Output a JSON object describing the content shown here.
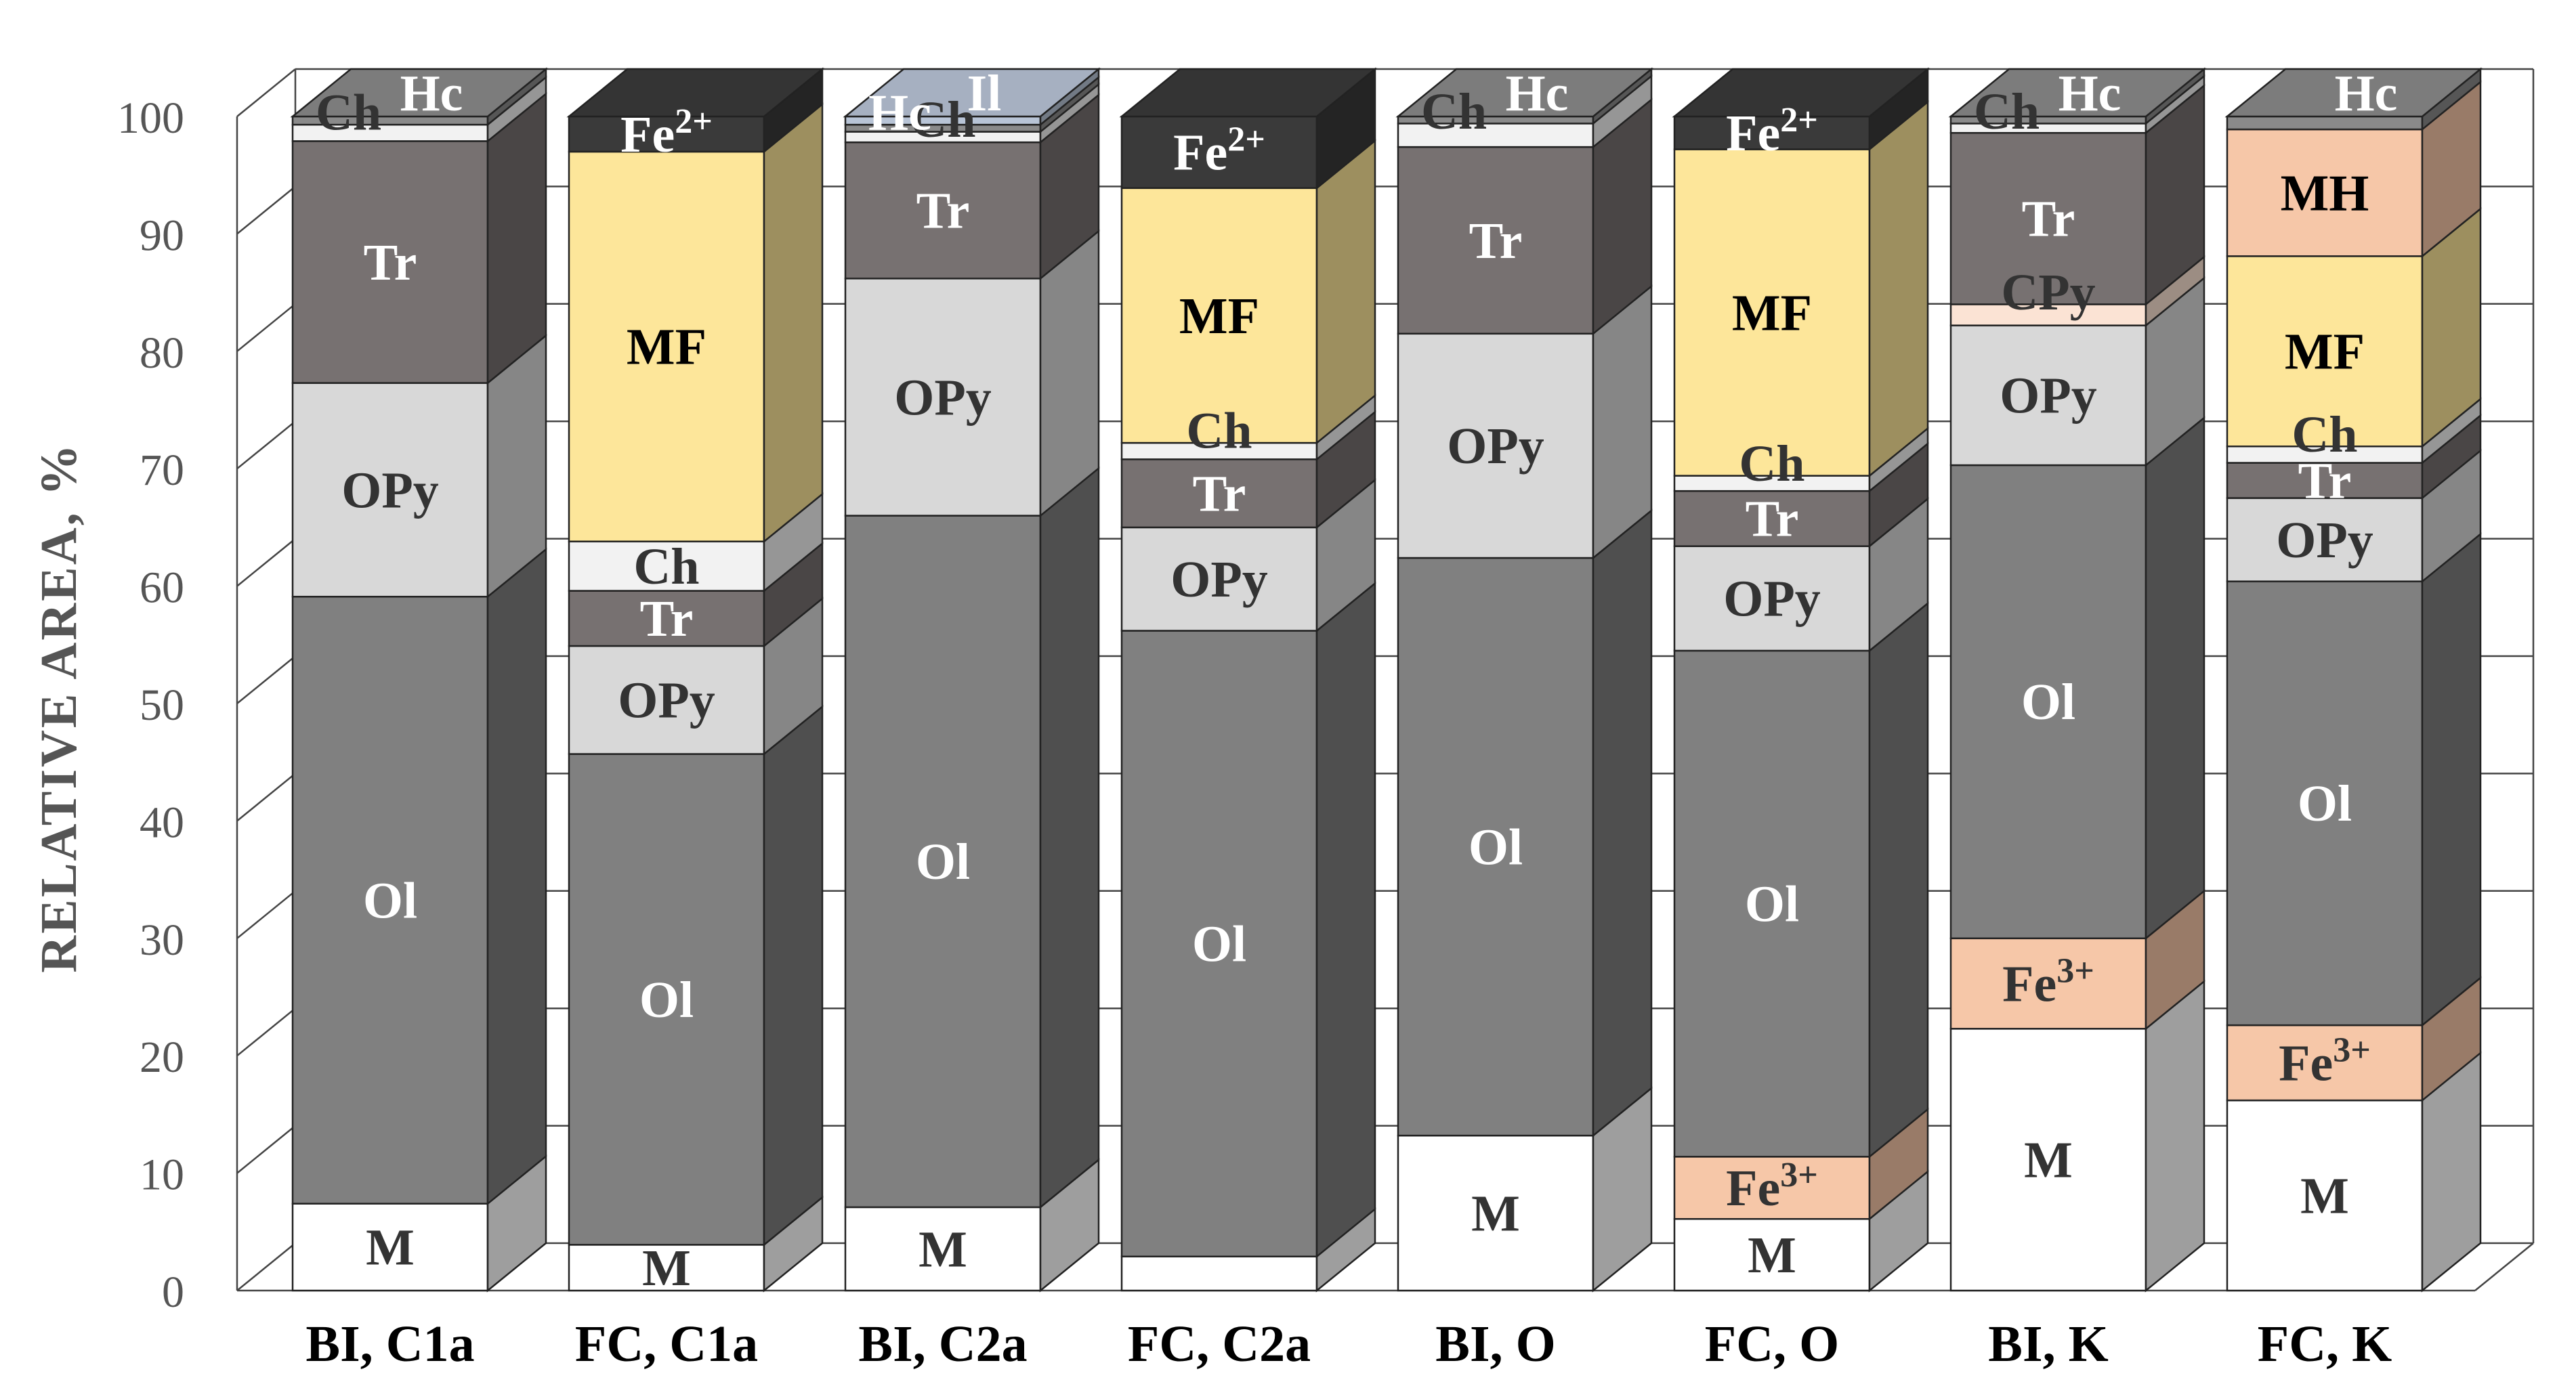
{
  "chart_data": {
    "type": "bar",
    "stacked": true,
    "three_d": true,
    "ylabel": "RELATIVE AREA, %",
    "xlabel": "",
    "ylim": [
      0,
      100
    ],
    "yticks": [
      0,
      10,
      20,
      30,
      40,
      50,
      60,
      70,
      80,
      90,
      100
    ],
    "grid": true,
    "categories": [
      "BI, C1a",
      "FC, C1a",
      "BI, C2a",
      "FC, C2a",
      "BI, O",
      "FC, O",
      "BI, K",
      "FC, K"
    ],
    "components": {
      "M": {
        "color": "#ffffff",
        "text_color": "#333333"
      },
      "Fe3": {
        "color": "#f6c7a8",
        "text_color": "#333333"
      },
      "Ol": {
        "color": "#808080",
        "text_color": "#ffffff"
      },
      "OPy": {
        "color": "#d8d8d8",
        "text_color": "#333333"
      },
      "CPy": {
        "color": "#fbe3d4",
        "text_color": "#333333"
      },
      "Tr": {
        "color": "#777171",
        "text_color": "#ffffff"
      },
      "Ch": {
        "color": "#f2f2f2",
        "text_color": "#333333"
      },
      "MF": {
        "color": "#fde69a",
        "text_color": "#000000"
      },
      "MH": {
        "color": "#f6c7a8",
        "text_color": "#000000"
      },
      "Fe2": {
        "color": "#3a3a3a",
        "text_color": "#ffffff"
      },
      "Il": {
        "color": "#b8c4d6",
        "text_color": "#ffffff"
      },
      "Hc": {
        "color": "#8a8a8a",
        "text_color": "#ffffff"
      }
    },
    "stacks": [
      {
        "category": "BI, C1a",
        "segments": [
          {
            "key": "M",
            "label": "M",
            "value": 7.4
          },
          {
            "key": "Ol",
            "label": "Ol",
            "value": 51.7
          },
          {
            "key": "OPy",
            "label": "OPy",
            "value": 18.2
          },
          {
            "key": "Tr",
            "label": "Tr",
            "value": 20.6
          },
          {
            "key": "Ch",
            "label": "Ch",
            "value": 1.4
          },
          {
            "key": "Hc",
            "label": "Hc",
            "value": 0.7
          }
        ]
      },
      {
        "category": "FC, C1a",
        "segments": [
          {
            "key": "M",
            "label": "M",
            "value": 3.9
          },
          {
            "key": "Ol",
            "label": "Ol",
            "value": 41.8
          },
          {
            "key": "OPy",
            "label": "OPy",
            "value": 9.2
          },
          {
            "key": "Tr",
            "label": "Tr",
            "value": 4.7
          },
          {
            "key": "Ch",
            "label": "Ch",
            "value": 4.2
          },
          {
            "key": "MF",
            "label": "MF",
            "value": 33.2
          },
          {
            "key": "Fe2",
            "label": "Fe",
            "sup": "2+",
            "value": 3.0
          }
        ]
      },
      {
        "category": "BI, C2a",
        "segments": [
          {
            "key": "M",
            "label": "M",
            "value": 7.1
          },
          {
            "key": "Ol",
            "label": "Ol",
            "value": 58.9
          },
          {
            "key": "OPy",
            "label": "OPy",
            "value": 20.2
          },
          {
            "key": "Tr",
            "label": "Tr",
            "value": 11.6
          },
          {
            "key": "Ch",
            "label": "Ch",
            "value": 0.9
          },
          {
            "key": "Hc",
            "label": "Hc",
            "value": 0.6
          },
          {
            "key": "Il",
            "label": "Il",
            "value": 0.7
          }
        ]
      },
      {
        "category": "FC, C2a",
        "segments": [
          {
            "key": "M",
            "label": "",
            "value": 2.9
          },
          {
            "key": "Ol",
            "label": "Ol",
            "value": 53.3
          },
          {
            "key": "OPy",
            "label": "OPy",
            "value": 8.8
          },
          {
            "key": "Tr",
            "label": "Tr",
            "value": 5.8
          },
          {
            "key": "Ch",
            "label": "Ch",
            "value": 1.4
          },
          {
            "key": "MF",
            "label": "MF",
            "value": 21.7
          },
          {
            "key": "Fe2",
            "label": "Fe",
            "sup": "2+",
            "value": 6.1
          }
        ]
      },
      {
        "category": "BI, O",
        "segments": [
          {
            "key": "M",
            "label": "M",
            "value": 13.2
          },
          {
            "key": "Ol",
            "label": "Ol",
            "value": 49.2
          },
          {
            "key": "OPy",
            "label": "OPy",
            "value": 19.1
          },
          {
            "key": "Tr",
            "label": "Tr",
            "value": 15.9
          },
          {
            "key": "Ch",
            "label": "Ch",
            "value": 2.0
          },
          {
            "key": "Hc",
            "label": "Hc",
            "value": 0.6
          }
        ]
      },
      {
        "category": "FC, O",
        "segments": [
          {
            "key": "M",
            "label": "M",
            "value": 6.1
          },
          {
            "key": "Fe3",
            "label": "Fe",
            "sup": "3+",
            "value": 5.3
          },
          {
            "key": "Ol",
            "label": "Ol",
            "value": 43.1
          },
          {
            "key": "OPy",
            "label": "OPy",
            "value": 8.9
          },
          {
            "key": "Tr",
            "label": "Tr",
            "value": 4.7
          },
          {
            "key": "Ch",
            "label": "Ch",
            "value": 1.3
          },
          {
            "key": "MF",
            "label": "MF",
            "value": 27.8
          },
          {
            "key": "Fe2",
            "label": "Fe",
            "sup": "2+",
            "value": 2.8
          }
        ]
      },
      {
        "category": "BI, K",
        "segments": [
          {
            "key": "M",
            "label": "M",
            "value": 22.3
          },
          {
            "key": "Fe3",
            "label": "Fe",
            "sup": "3+",
            "value": 7.7
          },
          {
            "key": "Ol",
            "label": "Ol",
            "value": 40.3
          },
          {
            "key": "OPy",
            "label": "OPy",
            "value": 11.9
          },
          {
            "key": "CPy",
            "label": "CPy",
            "value": 1.8
          },
          {
            "key": "Tr",
            "label": "Tr",
            "value": 14.6
          },
          {
            "key": "Ch",
            "label": "Ch",
            "value": 0.8
          },
          {
            "key": "Hc",
            "label": "Hc",
            "value": 0.6
          }
        ]
      },
      {
        "category": "FC, K",
        "segments": [
          {
            "key": "M",
            "label": "M",
            "value": 16.2
          },
          {
            "key": "Fe3",
            "label": "Fe",
            "sup": "3+",
            "value": 6.4
          },
          {
            "key": "Ol",
            "label": "Ol",
            "value": 37.8
          },
          {
            "key": "OPy",
            "label": "OPy",
            "value": 7.1
          },
          {
            "key": "Tr",
            "label": "Tr",
            "value": 3.0
          },
          {
            "key": "Ch",
            "label": "Ch",
            "value": 1.4
          },
          {
            "key": "MF",
            "label": "MF",
            "value": 16.2
          },
          {
            "key": "MH",
            "label": "MH",
            "value": 10.8
          },
          {
            "key": "Hc",
            "label": "Hc",
            "value": 1.1
          }
        ]
      }
    ]
  }
}
